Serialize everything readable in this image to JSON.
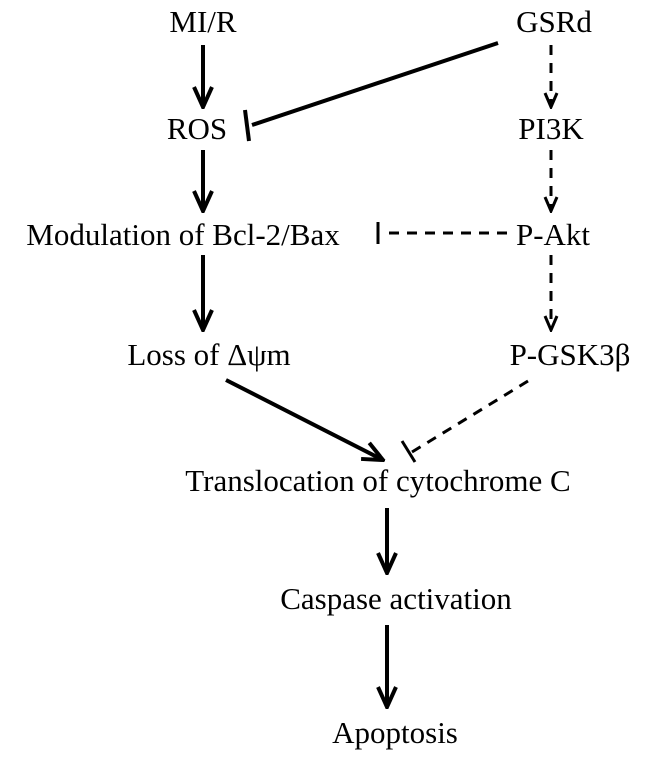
{
  "nodes": {
    "mir": "MI/R",
    "gsrd": "GSRd",
    "ros": "ROS",
    "pi3k": "PI3K",
    "modulation": "Modulation of Bcl-2/Bax",
    "pakt": "P-Akt",
    "loss": "Loss of Δψm",
    "pgsk": "P-GSK3β",
    "translocation": "Translocation of cytochrome C",
    "caspase": "Caspase activation",
    "apoptosis": "Apoptosis"
  },
  "edges": [
    {
      "from": "mir",
      "to": "ros",
      "style": "solid",
      "type": "activation"
    },
    {
      "from": "ros",
      "to": "modulation",
      "style": "solid",
      "type": "activation"
    },
    {
      "from": "modulation",
      "to": "loss",
      "style": "solid",
      "type": "activation"
    },
    {
      "from": "loss",
      "to": "translocation",
      "style": "solid",
      "type": "activation"
    },
    {
      "from": "translocation",
      "to": "caspase",
      "style": "solid",
      "type": "activation"
    },
    {
      "from": "caspase",
      "to": "apoptosis",
      "style": "solid",
      "type": "activation"
    },
    {
      "from": "gsrd",
      "to": "ros",
      "style": "solid",
      "type": "inhibition"
    },
    {
      "from": "gsrd",
      "to": "pi3k",
      "style": "dashed",
      "type": "activation"
    },
    {
      "from": "pi3k",
      "to": "pakt",
      "style": "dashed",
      "type": "activation"
    },
    {
      "from": "pakt",
      "to": "modulation",
      "style": "dashed",
      "type": "inhibition"
    },
    {
      "from": "pakt",
      "to": "pgsk",
      "style": "dashed",
      "type": "activation"
    },
    {
      "from": "pgsk",
      "to": "translocation",
      "style": "dashed",
      "type": "inhibition"
    }
  ]
}
